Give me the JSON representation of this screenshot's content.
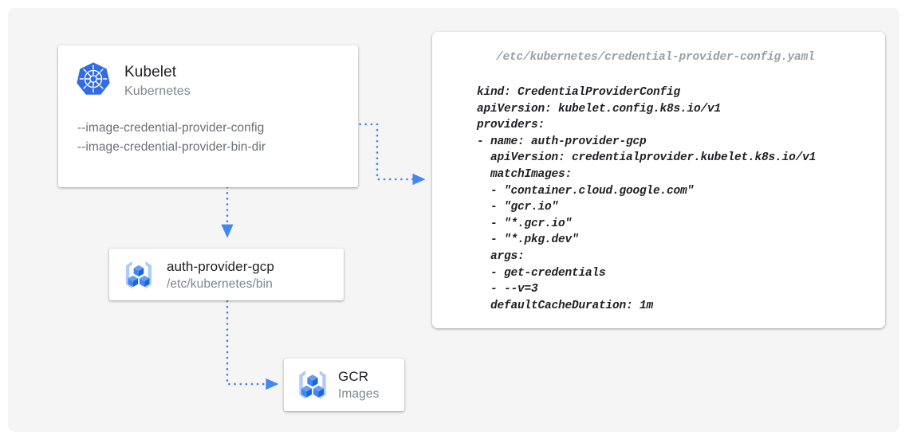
{
  "canvas": {
    "background_color": "#f5f5f5",
    "page_background_color": "#ffffff"
  },
  "theme": {
    "accent_blue": "#4285f4",
    "kubernetes_blue": "#326ce5",
    "gcp_icon_blue": "#4285f4",
    "gcp_icon_light_blue": "#a7c4f8",
    "text_primary": "#202124",
    "text_secondary": "#80868b",
    "text_muted": "#9aa0a6",
    "card_background": "#ffffff"
  },
  "nodes": {
    "kubelet": {
      "icon": "kubernetes-logo-icon",
      "title": "Kubelet",
      "subtitle": "Kubernetes",
      "flags": [
        "--image-credential-provider-config",
        "--image-credential-provider-bin-dir"
      ]
    },
    "auth_provider": {
      "icon": "gcp-container-registry-icon",
      "title": "auth-provider-gcp",
      "subtitle": "/etc/kubernetes/bin"
    },
    "gcr": {
      "icon": "gcp-container-registry-icon",
      "title": "GCR",
      "subtitle": "Images"
    }
  },
  "yaml_panel": {
    "path": "/etc/kubernetes/credential-provider-config.yaml",
    "lines": [
      "kind: CredentialProviderConfig",
      "apiVersion: kubelet.config.k8s.io/v1",
      "providers:",
      "- name: auth-provider-gcp",
      "  apiVersion: credentialprovider.kubelet.k8s.io/v1",
      "  matchImages:",
      "  - \"container.cloud.google.com\"",
      "  - \"gcr.io\"",
      "  - \"*.gcr.io\"",
      "  - \"*.pkg.dev\"",
      "  args:",
      "  - get-credentials",
      "  - --v=3",
      "  defaultCacheDuration: 1m"
    ]
  },
  "connectors": [
    {
      "name": "kubelet-to-yaml-config",
      "from": "kubelet",
      "to": "yaml_panel",
      "style": "dotted",
      "arrowhead": "right"
    },
    {
      "name": "kubelet-to-auth-provider",
      "from": "kubelet",
      "to": "auth_provider",
      "style": "dotted",
      "arrowhead": "down"
    },
    {
      "name": "auth-provider-to-gcr",
      "from": "auth_provider",
      "to": "gcr",
      "style": "dotted",
      "arrowhead": "right"
    }
  ]
}
